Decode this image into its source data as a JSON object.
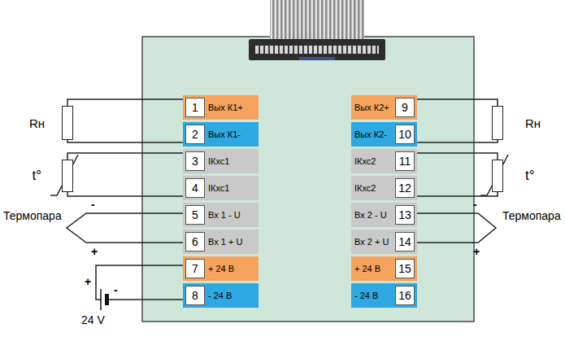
{
  "diagram": {
    "nodes": [
      {
        "text": [
          "Rн"
        ]
      },
      {
        "text": [
          "t°"
        ]
      },
      {
        "text": [
          "Вых К1+"
        ]
      },
      {
        "text": [
          "1"
        ],
        "in": 2
      },
      {
        "text": [
          "Вых К1-"
        ]
      },
      {
        "text": [
          "2"
        ],
        "in": 4
      },
      {
        "text": [
          "IКхс1"
        ]
      },
      {
        "text": [
          "3"
        ],
        "in": 6
      },
      {
        "text": [
          "IКхс1"
        ]
      },
      {
        "text": [
          "4"
        ],
        "in": 8
      },
      {
        "text": [
          "Вх 1 - U"
        ]
      },
      {
        "text": [
          "5"
        ],
        "in": 10
      },
      {
        "text": [
          "Вх 1 + U"
        ]
      },
      {
        "text": [
          "6"
        ],
        "in": 12
      },
      {
        "text": [
          "+ 24 В"
        ]
      },
      {
        "text": [
          "7"
        ],
        "in": 14
      },
      {
        "text": [
          "- 24 В"
        ]
      },
      {
        "text": [
          "8"
        ],
        "in": 16
      },
      {
        "text": [
          "Вых К2+"
        ]
      },
      {
        "text": [
          "9"
        ],
        "in": 18
      },
      {
        "text": [
          "Вых К2-"
        ]
      },
      {
        "text": [
          "10"
        ],
        "in": 20
      },
      {
        "text": [
          "IКхс2"
        ]
      },
      {
        "text": [
          "11"
        ],
        "in": 22
      },
      {
        "text": [
          "IКхс2"
        ]
      },
      {
        "text": [
          "12"
        ],
        "in": 24
      },
      {
        "text": [
          "Вх 2 - U"
        ]
      },
      {
        "text": [
          "13"
        ],
        "in": 26
      },
      {
        "text": [
          "Вх 2 + U"
        ]
      },
      {
        "text": [
          "14"
        ],
        "in": 28
      },
      {
        "text": [
          "+ 24 В"
        ]
      },
      {
        "text": [
          "15"
        ],
        "in": 30
      },
      {
        "text": [
          "- 24 В"
        ]
      },
      {
        "text": [
          "16"
        ],
        "in": 32
      },
      {
        "text": [
          "Rн"
        ]
      },
      {
        "text": [
          "t°"
        ]
      }
    ],
    "edges": [
      {
        "from": 0,
        "to": 2,
        "arrow": "none"
      },
      {
        "from": 0,
        "to": 4,
        "arrow": "none"
      },
      {
        "from": 1,
        "to": 6,
        "arrow": "none"
      },
      {
        "from": 1,
        "to": 8,
        "arrow": "none"
      },
      {
        "from": 34,
        "to": 18,
        "arrow": "none"
      },
      {
        "from": 34,
        "to": 20,
        "arrow": "none"
      },
      {
        "from": 35,
        "to": 22,
        "arrow": "none"
      },
      {
        "from": 35,
        "to": 24,
        "arrow": "none"
      }
    ],
    "labels": [
      "Термопара",
      "-",
      "+",
      "Термопара",
      "-",
      "+",
      "+",
      "-",
      "24 V"
    ]
  }
}
